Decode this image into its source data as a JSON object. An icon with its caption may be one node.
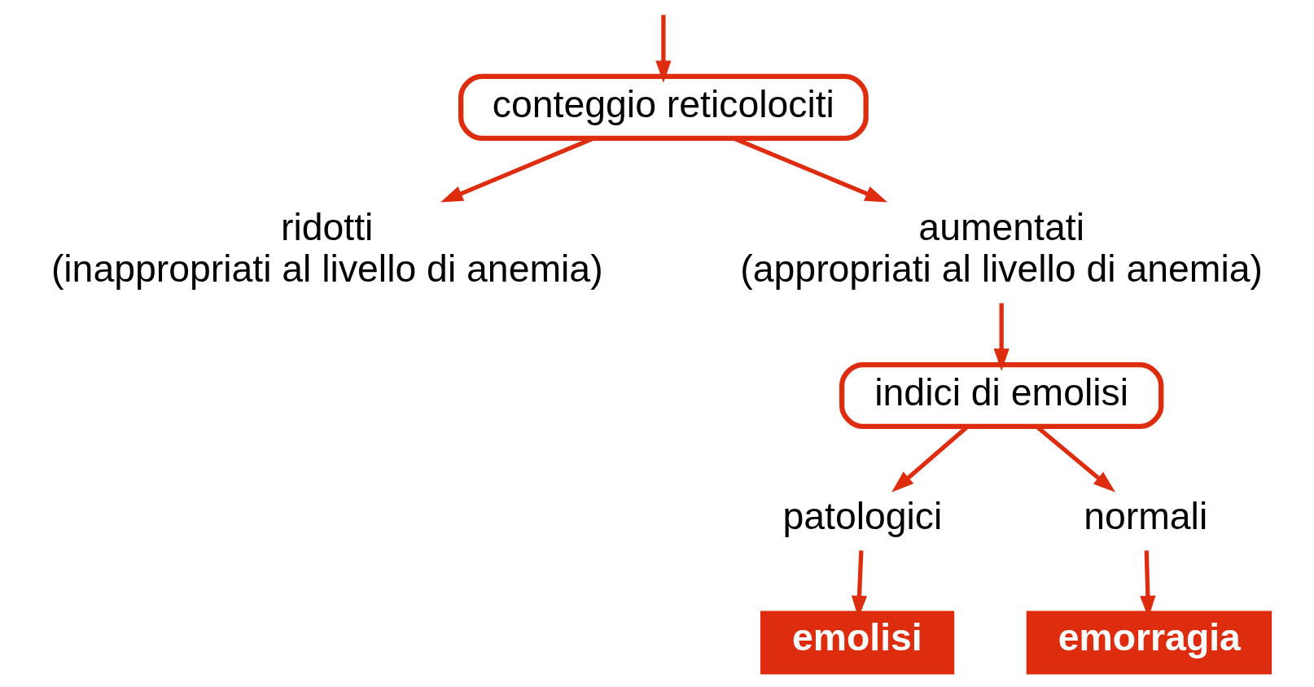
{
  "diagram": {
    "nodes": [
      {
        "text": [
          "conteggio reticolociti"
        ]
      },
      {
        "text": [
          "ridotti",
          "(inappropriati al livello di anemia)"
        ]
      },
      {
        "text": [
          "aumentati",
          "(appropriati al livello di anemia)"
        ]
      },
      {
        "text": [
          "indici di emolisi"
        ]
      },
      {
        "text": [
          "patologici"
        ]
      },
      {
        "text": [
          "normali"
        ]
      },
      {
        "text": [
          "emolisi"
        ]
      },
      {
        "text": [
          "emorragia"
        ]
      }
    ],
    "edges": [
      {
        "from": null,
        "to": 0,
        "arrow": "to"
      },
      {
        "from": 0,
        "to": 1,
        "arrow": "to"
      },
      {
        "from": 0,
        "to": 2,
        "arrow": "to"
      },
      {
        "from": 2,
        "to": 3,
        "arrow": "to"
      },
      {
        "from": 3,
        "to": 4,
        "arrow": "to"
      },
      {
        "from": 3,
        "to": 5,
        "arrow": "to"
      },
      {
        "from": 4,
        "to": 6,
        "arrow": "to"
      },
      {
        "from": 5,
        "to": 7,
        "arrow": "to"
      }
    ]
  }
}
